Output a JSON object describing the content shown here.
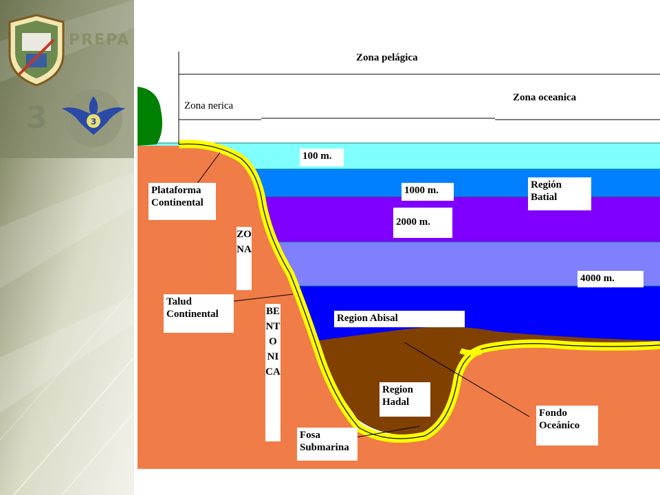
{
  "sidebar": {
    "brand_text": "PREPA",
    "school_number": "3",
    "colors": {
      "top": "#6f7752",
      "mid": "#c9cbb1",
      "bottom": "#f2f2ea"
    },
    "logo_icon": "school-shield-icon",
    "emblem_icon": "eagle-emblem-icon"
  },
  "diagram": {
    "zones": {
      "pelagica": "Zona pelágica",
      "nerica": "Zona nerica",
      "oceanica": "Zona oceanica"
    },
    "depths": {
      "d100": "100 m.",
      "d1000": "1000 m.",
      "d2000": "2000 m.",
      "d4000": "4000 m."
    },
    "labels": {
      "plataforma": "Plataforma\nContinental",
      "talud": "Talud\nContinental",
      "region_batial": "Región\nBatial",
      "region_abisal": "Region Abisal",
      "region_hadal": "Region\nHadal",
      "fondo": "Fondo\nOceánico",
      "fosa": "Fosa\nSubmarina",
      "zona_vertical": "ZONA",
      "bentonica_vertical": "BENTONICA"
    },
    "colors": {
      "layer_100": "#80ffff",
      "layer_1000": "#0080ff",
      "layer_2000": "#8000ff",
      "layer_4000": "#8080ff",
      "layer_abisal": "#0000ff",
      "land": "#f07c48",
      "sand": "#ffff00",
      "seafloor": "#804000",
      "tree": "#008000"
    }
  }
}
